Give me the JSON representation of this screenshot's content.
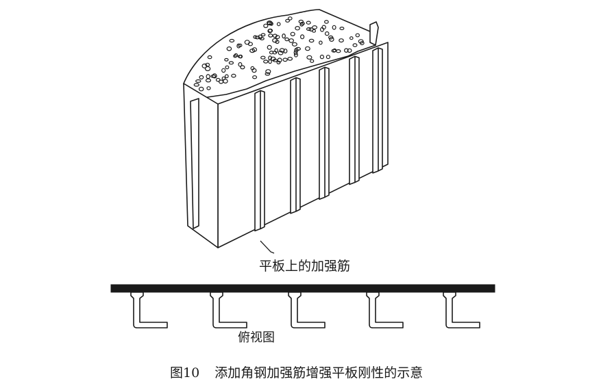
{
  "labels": {
    "stiffener_on_plate": "平板上的加强筋",
    "top_view": "俯视图"
  },
  "caption": {
    "number": "图10",
    "text": "添加角钢加强筋增强平板刚性的示意"
  },
  "colors": {
    "line": "#1a1a1a",
    "plate_fill": "#ffffff",
    "background": "#ffffff"
  }
}
